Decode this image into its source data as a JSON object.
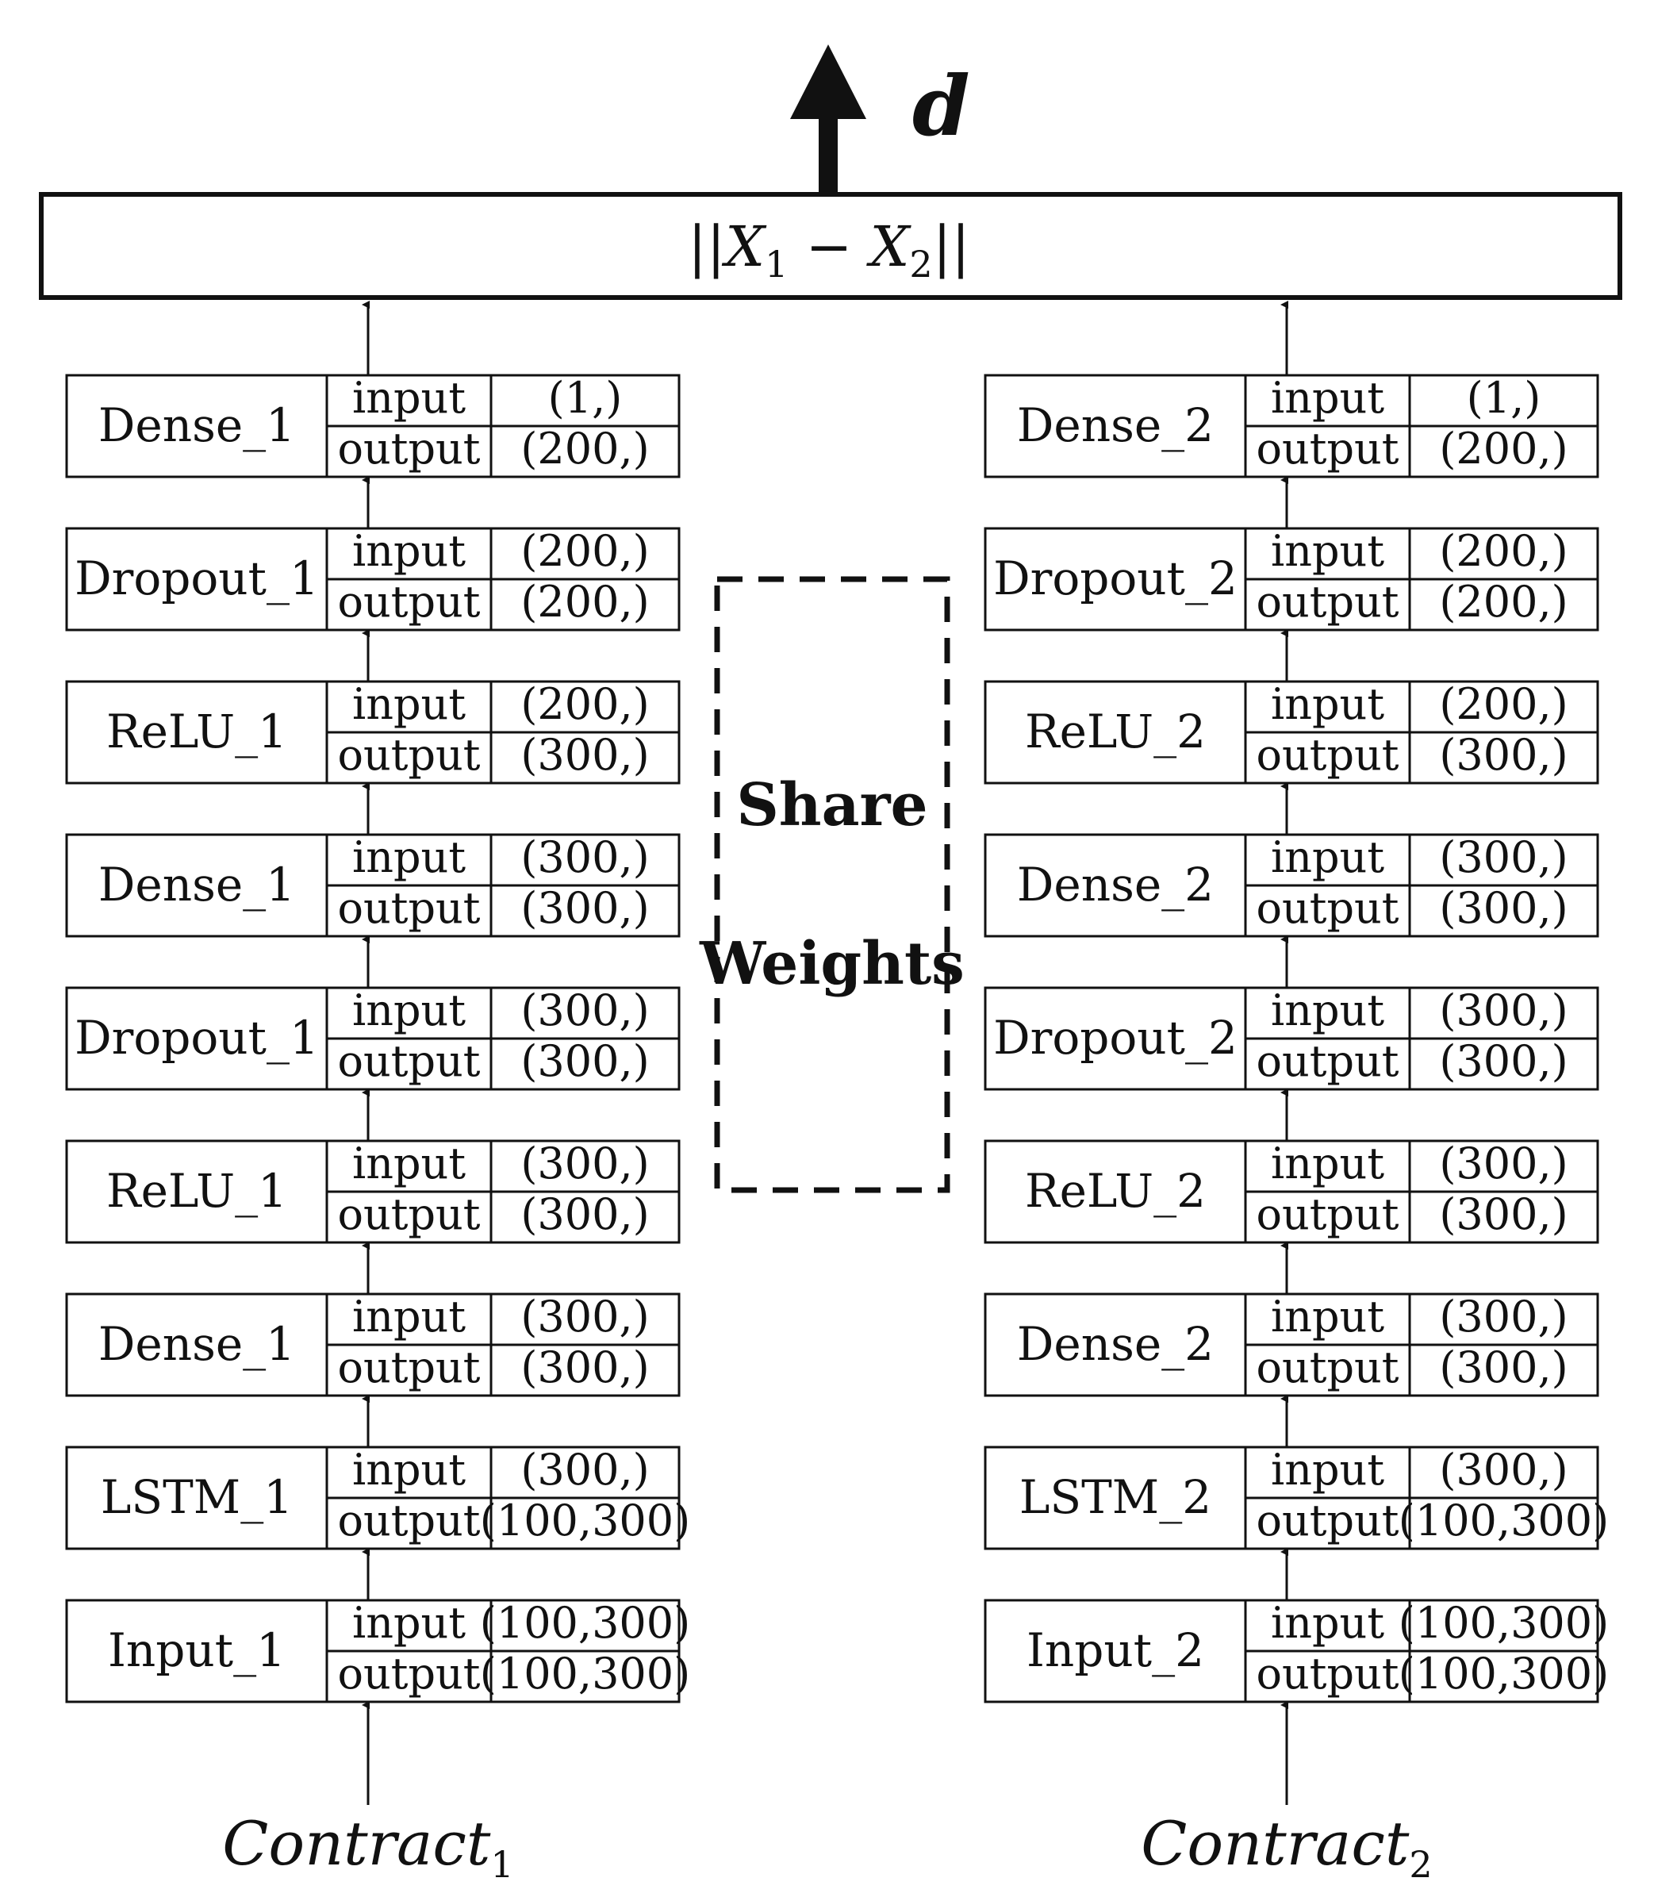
{
  "output_label": "d",
  "distance_formula": {
    "prefix": "||X",
    "sub1": "1",
    "middle": " − X",
    "sub2": "2",
    "suffix": "||"
  },
  "share_weights": {
    "line1": "Share",
    "line2": "Weights"
  },
  "row_keys": {
    "input": "input",
    "output": "output"
  },
  "branches": [
    {
      "contract_base": "Contract",
      "contract_sub": "1",
      "layers": [
        {
          "name": "Dense_1",
          "input": "(1,)",
          "output": "(200,)"
        },
        {
          "name": "Dropout_1",
          "input": "(200,)",
          "output": "(200,)"
        },
        {
          "name": "ReLU_1",
          "input": "(200,)",
          "output": "(300,)"
        },
        {
          "name": "Dense_1",
          "input": "(300,)",
          "output": "(300,)"
        },
        {
          "name": "Dropout_1",
          "input": "(300,)",
          "output": "(300,)"
        },
        {
          "name": "ReLU_1",
          "input": "(300,)",
          "output": "(300,)"
        },
        {
          "name": "Dense_1",
          "input": "(300,)",
          "output": "(300,)"
        },
        {
          "name": "LSTM_1",
          "input": "(300,)",
          "output": "(100,300)"
        },
        {
          "name": "Input_1",
          "input": "(100,300)",
          "output": "(100,300)"
        }
      ]
    },
    {
      "contract_base": "Contract",
      "contract_sub": "2",
      "layers": [
        {
          "name": "Dense_2",
          "input": "(1,)",
          "output": "(200,)"
        },
        {
          "name": "Dropout_2",
          "input": "(200,)",
          "output": "(200,)"
        },
        {
          "name": "ReLU_2",
          "input": "(200,)",
          "output": "(300,)"
        },
        {
          "name": "Dense_2",
          "input": "(300,)",
          "output": "(300,)"
        },
        {
          "name": "Dropout_2",
          "input": "(300,)",
          "output": "(300,)"
        },
        {
          "name": "ReLU_2",
          "input": "(300,)",
          "output": "(300,)"
        },
        {
          "name": "Dense_2",
          "input": "(300,)",
          "output": "(300,)"
        },
        {
          "name": "LSTM_2",
          "input": "(300,)",
          "output": "(100,300)"
        },
        {
          "name": "Input_2",
          "input": "(100,300)",
          "output": "(100,300)"
        }
      ]
    }
  ]
}
